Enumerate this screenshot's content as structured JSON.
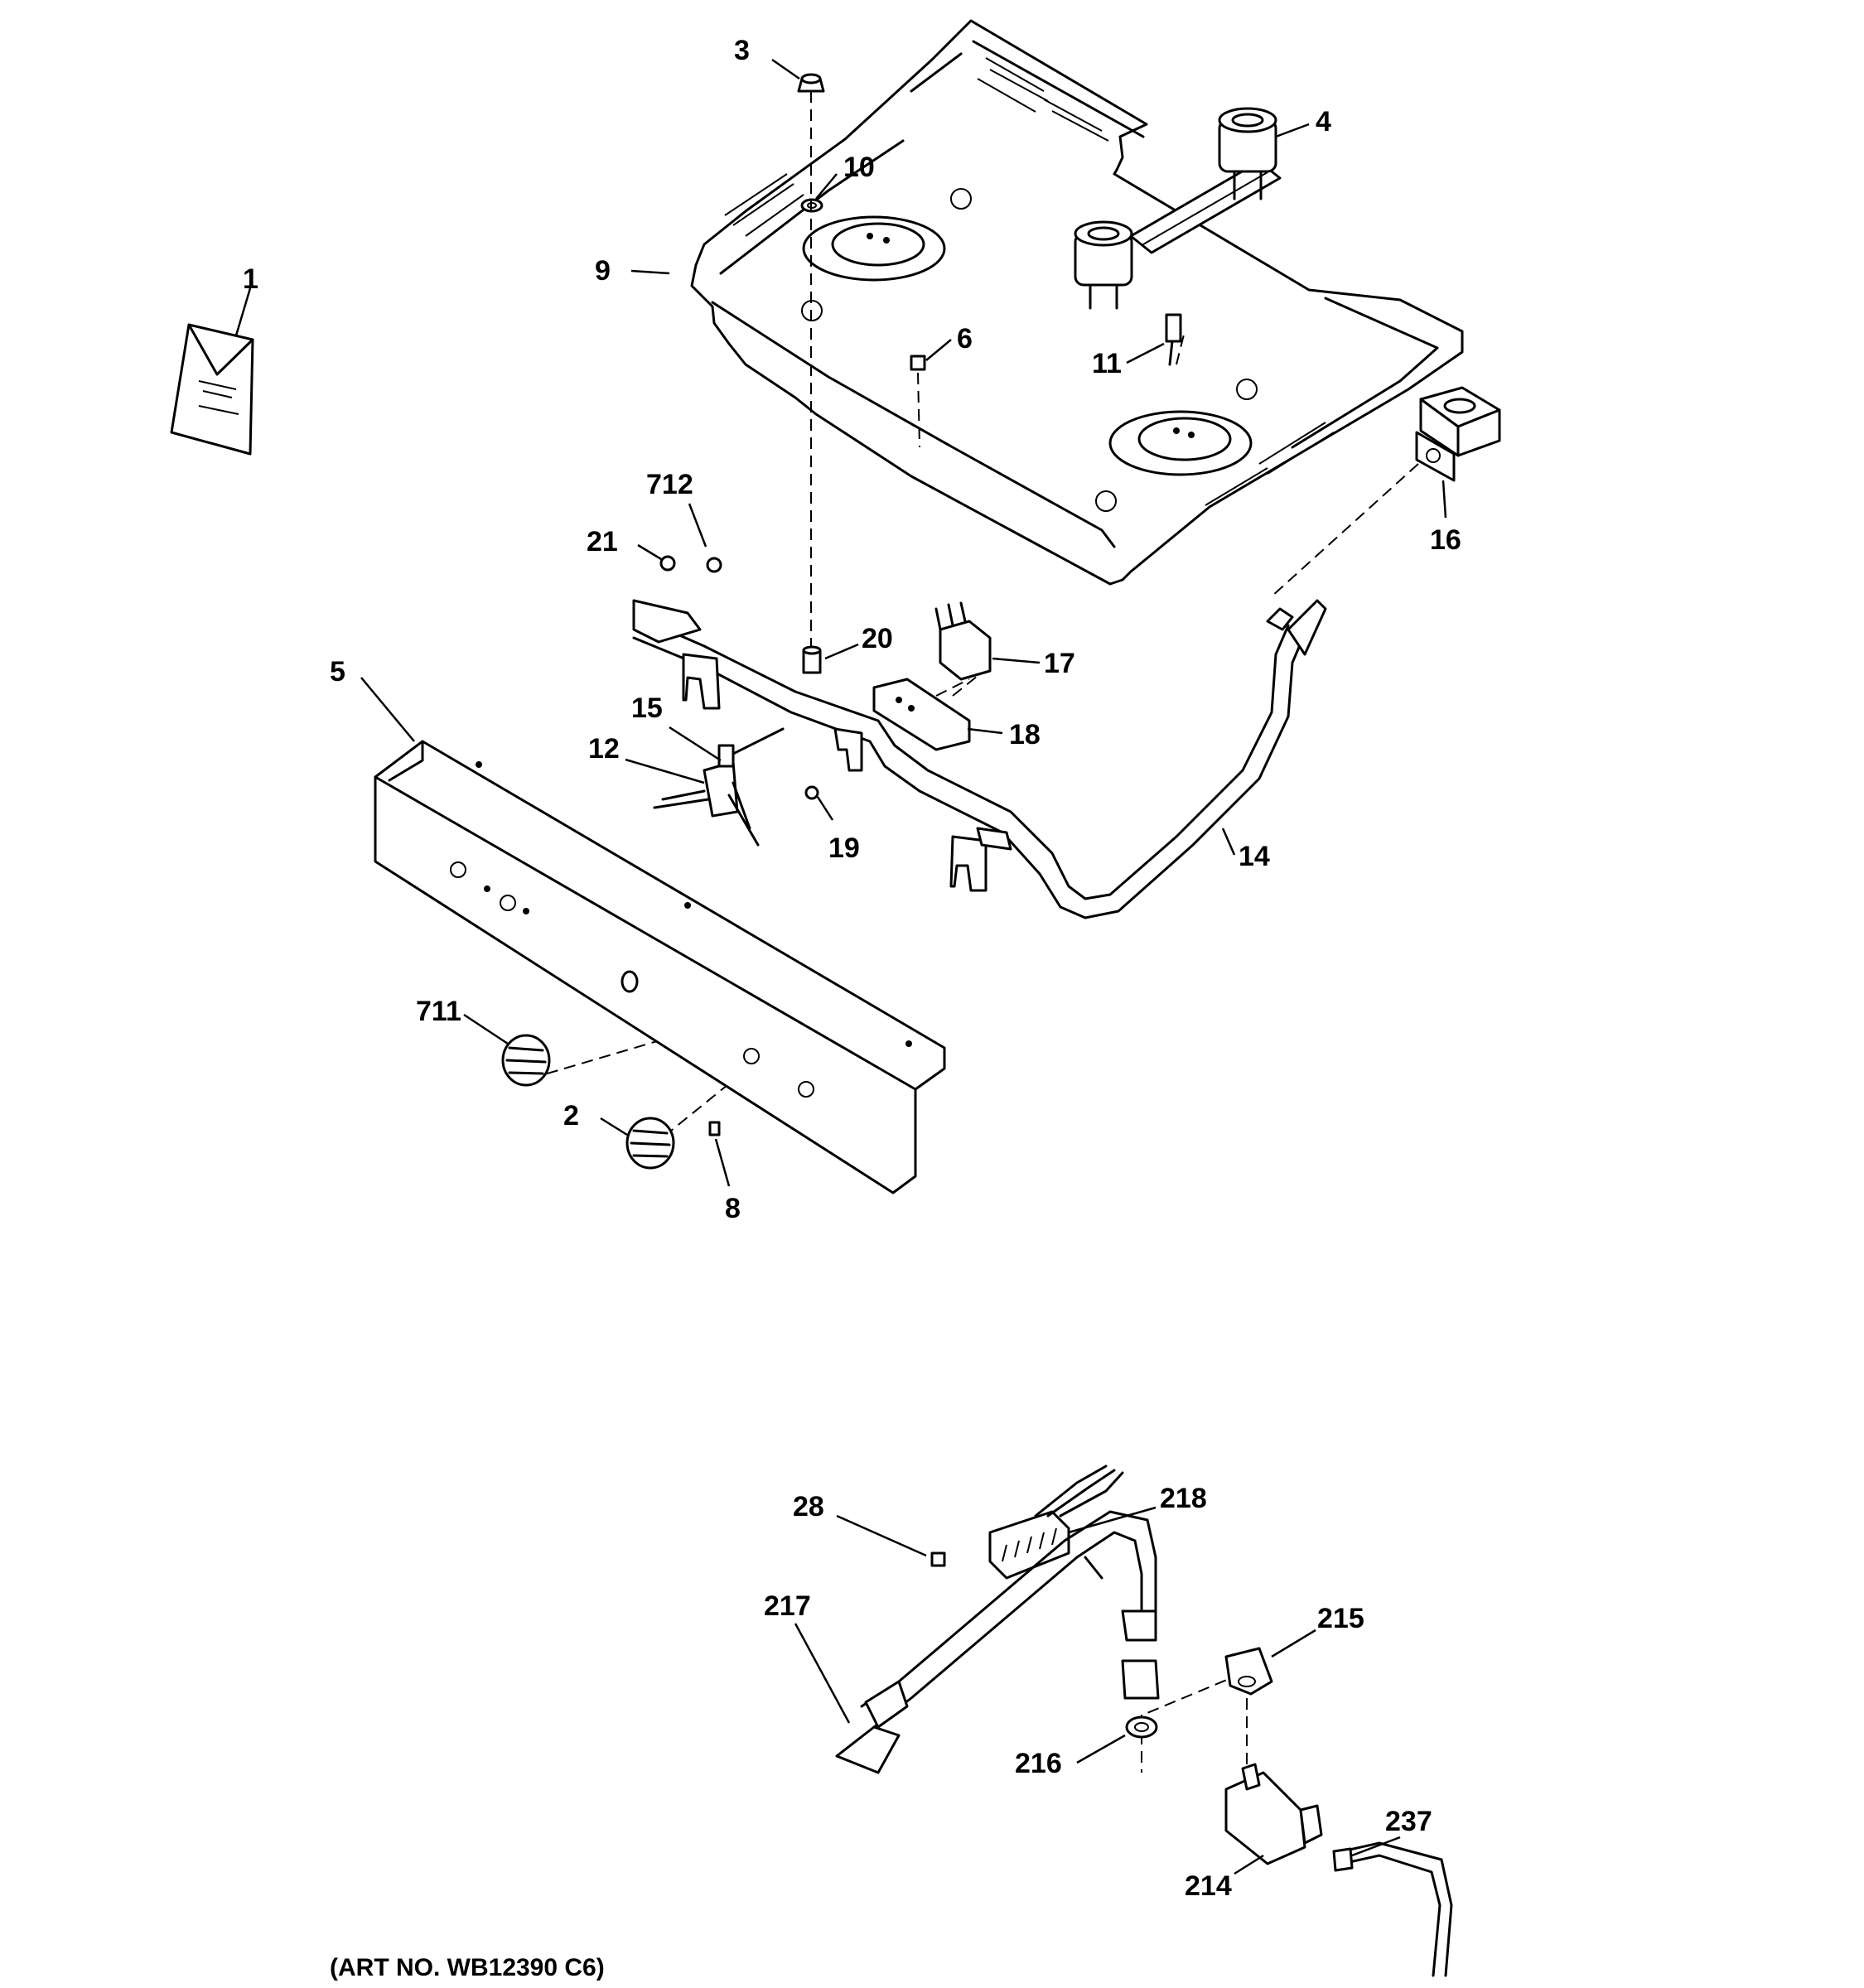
{
  "diagram": {
    "art_number": "(ART NO. WB12390 C6)",
    "callouts": {
      "c1": "1",
      "c2": "2",
      "c3": "3",
      "c4": "4",
      "c5": "5",
      "c6": "6",
      "c8": "8",
      "c9": "9",
      "c10": "10",
      "c11": "11",
      "c12": "12",
      "c14": "14",
      "c15": "15",
      "c16": "16",
      "c17": "17",
      "c18": "18",
      "c19": "19",
      "c20": "20",
      "c21": "21",
      "c28": "28",
      "c214": "214",
      "c215": "215",
      "c216": "216",
      "c217": "217",
      "c218": "218",
      "c237": "237",
      "c711": "711",
      "c712": "712"
    }
  }
}
